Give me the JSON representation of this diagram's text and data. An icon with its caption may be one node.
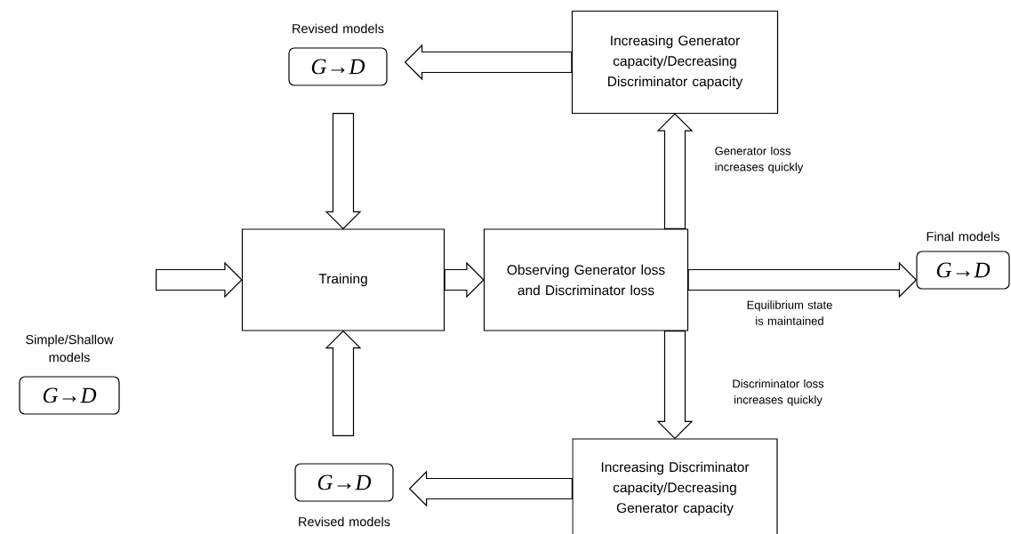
{
  "diagram": {
    "nodes": [
      {
        "text": [
          "Simple/Shallow models",
          "G→D"
        ]
      },
      {
        "text": [
          "Revised models",
          "G→D"
        ]
      },
      {
        "text": [
          "Training"
        ]
      },
      {
        "text": [
          "Observing Generator loss and Discriminator loss"
        ]
      },
      {
        "text": [
          "Increasing Generator capacity/Decreasing Discriminator capacity"
        ]
      },
      {
        "text": [
          "Final models",
          "G→D"
        ]
      },
      {
        "text": [
          "Increasing Discriminator capacity/Decreasing Generator capacity"
        ]
      },
      {
        "text": [
          "G→D",
          "Revised models"
        ]
      }
    ],
    "edges": [
      {
        "from": 0,
        "to": 2,
        "arrow": "to"
      },
      {
        "from": 1,
        "to": 2,
        "arrow": "to"
      },
      {
        "from": 7,
        "to": 2,
        "arrow": "to"
      },
      {
        "from": 2,
        "to": 3,
        "arrow": "to"
      },
      {
        "from": 3,
        "to": 4,
        "arrow": "to",
        "label": "Generator loss increases quickly"
      },
      {
        "from": 3,
        "to": 5,
        "arrow": "to",
        "label": "Equilibrium state is maintained"
      },
      {
        "from": 3,
        "to": 6,
        "arrow": "to",
        "label": "Discriminator loss increases quickly"
      },
      {
        "from": 4,
        "to": 1,
        "arrow": "to"
      },
      {
        "from": 6,
        "to": 7,
        "arrow": "to"
      }
    ]
  }
}
